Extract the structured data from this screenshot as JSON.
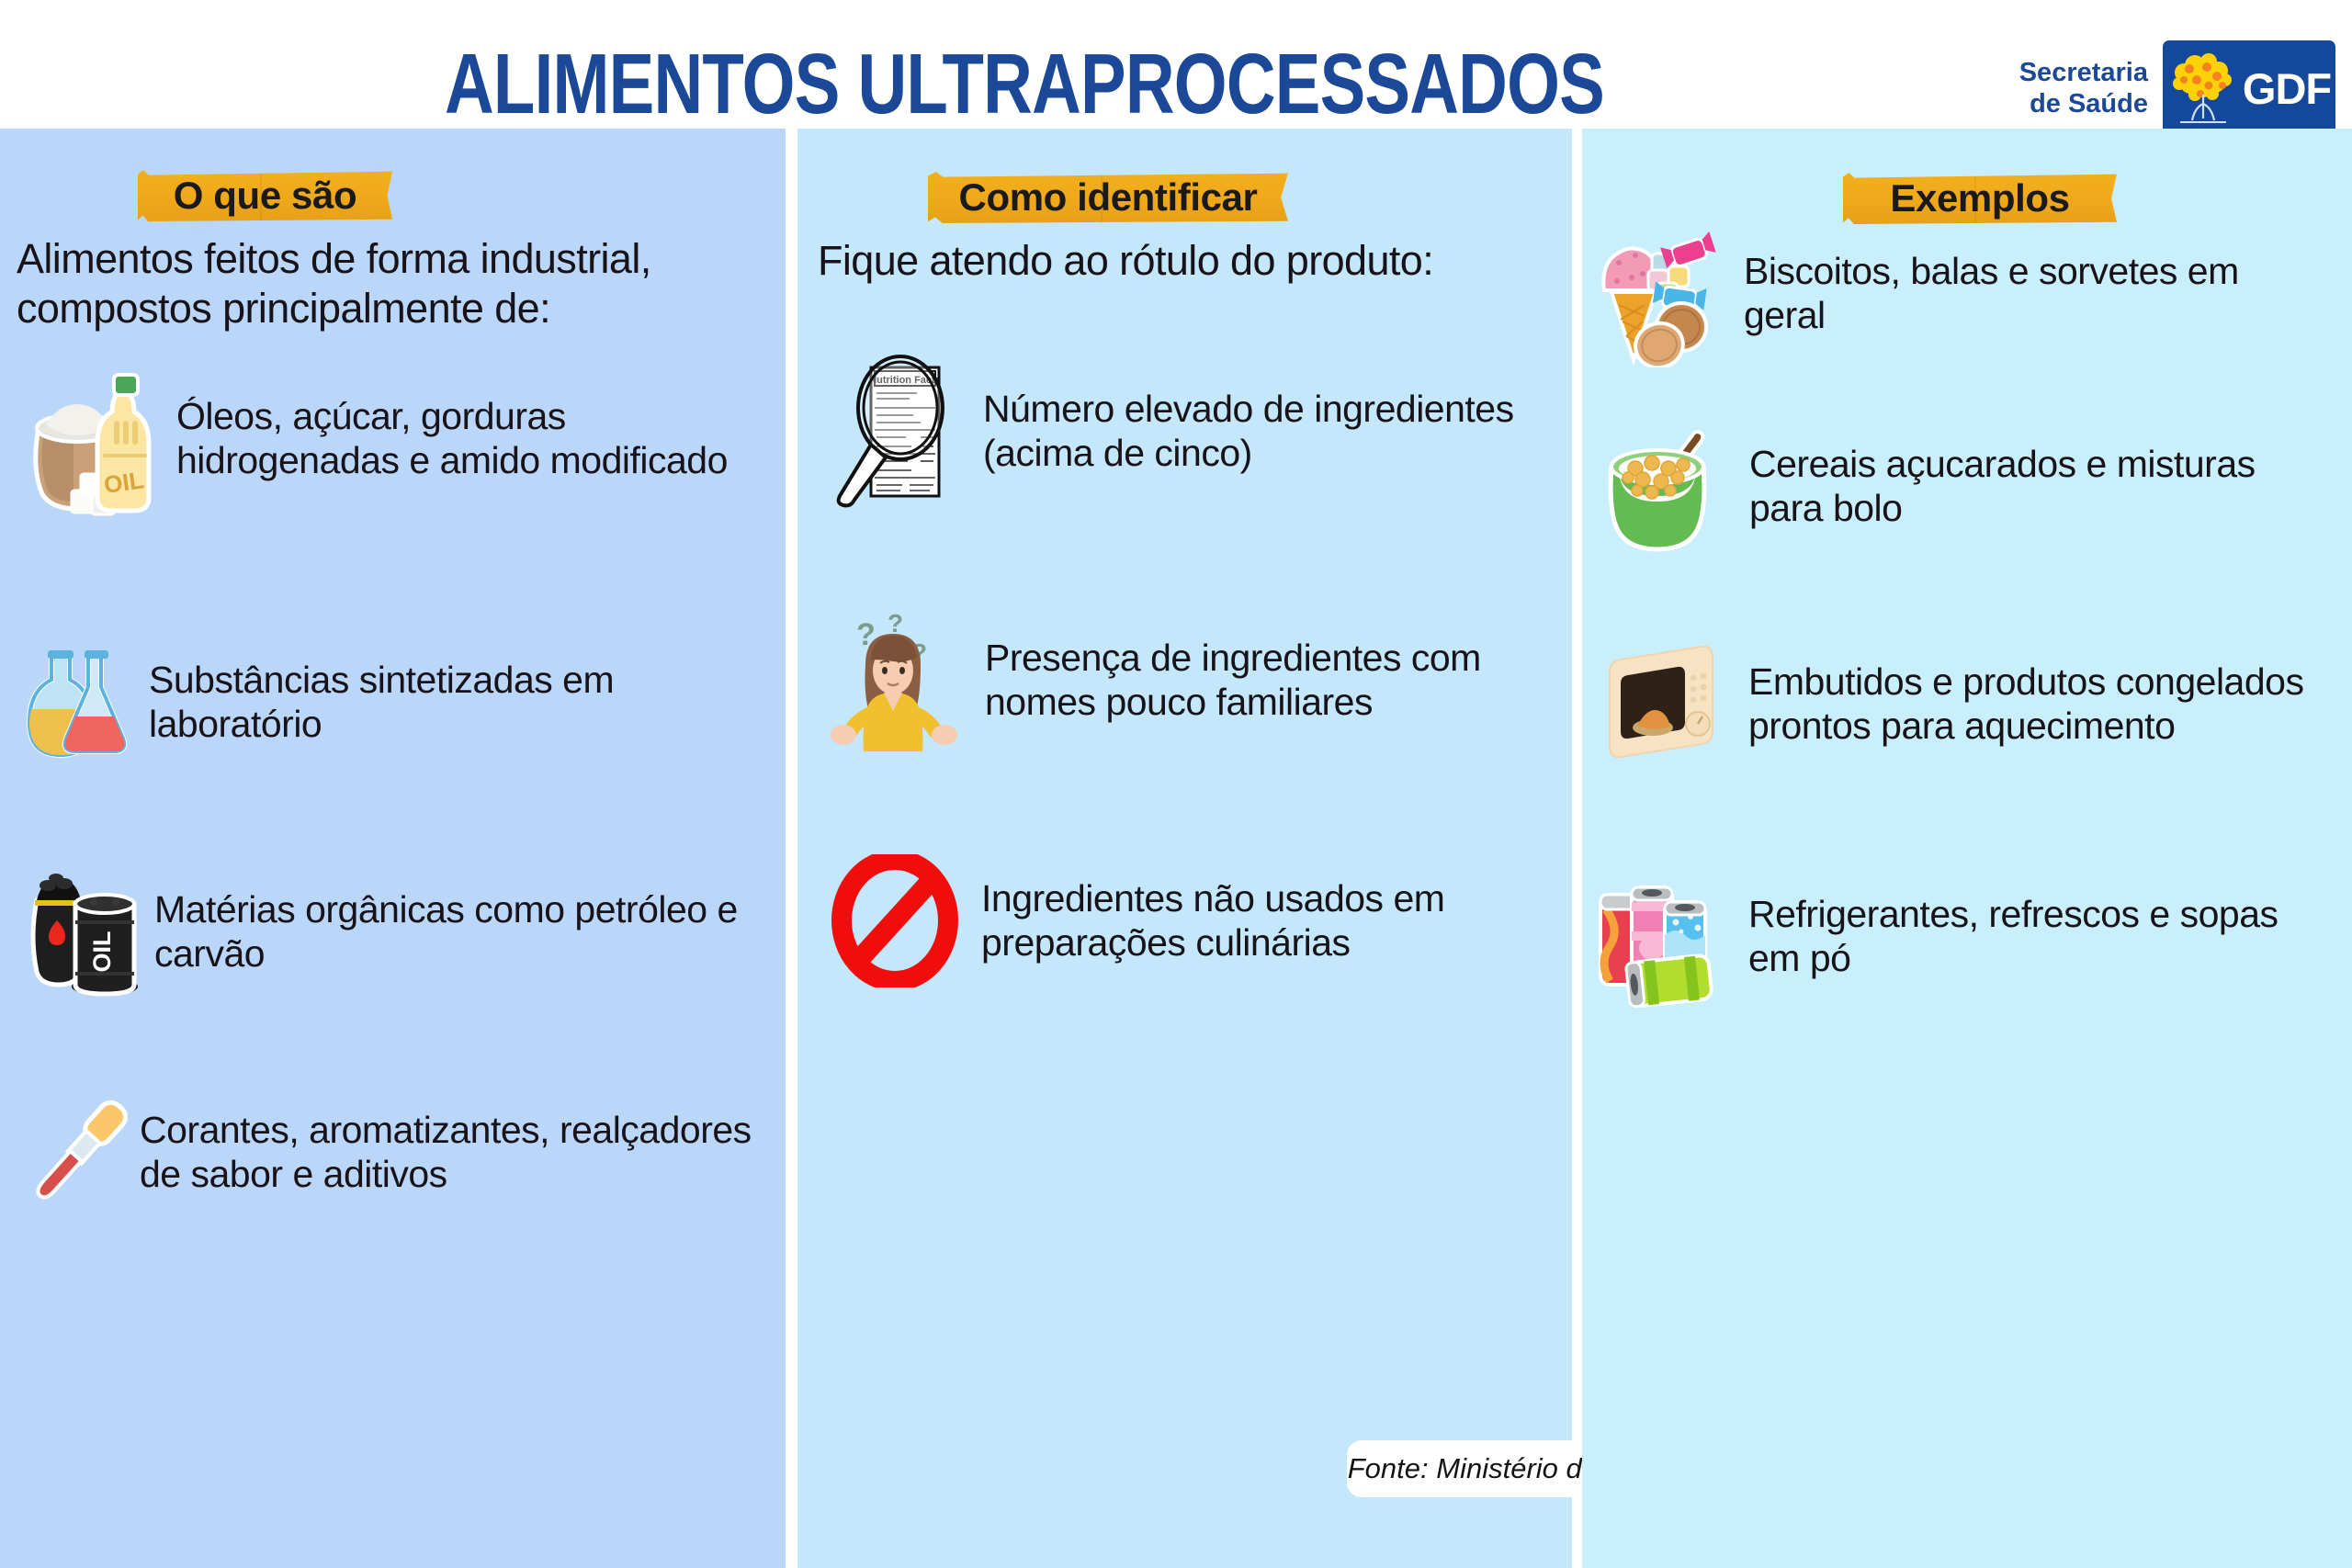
{
  "header": {
    "title": "ALIMENTOS ULTRAPROCESSADOS",
    "logo": {
      "line1": "Secretaria",
      "line2": "de Saúde",
      "brand": "GDF",
      "brand_bg": "#14489b",
      "tree_color": "#ffd208"
    },
    "title_color": "#1b4897"
  },
  "columns": [
    {
      "id": "o-que-sao",
      "heading": "O que são",
      "bg": "#bad6f8",
      "intro": "Alimentos feitos de forma industrial, compostos principalmente de:",
      "items": [
        {
          "icon": "sugar-bag-oil-bottle-icon",
          "text": "Óleos, açúcar, gorduras hidrogenadas e amido modificado"
        },
        {
          "icon": "lab-flasks-icon",
          "text": "Substâncias sintetizadas em laboratório"
        },
        {
          "icon": "coal-bag-oil-barrel-icon",
          "text": "Matérias orgânicas como petróleo e carvão"
        },
        {
          "icon": "dropper-pipette-icon",
          "text": " Corantes, aromatizantes, realçadores de sabor e aditivos"
        }
      ]
    },
    {
      "id": "como-identificar",
      "heading": "Como identificar",
      "bg": "#c4e7fb",
      "intro": "Fique atendo ao rótulo do produto:",
      "items": [
        {
          "icon": "magnifier-nutrition-label-icon",
          "text": "Número elevado de ingredientes (acima de cinco)",
          "label_title": "Nutrition Facts"
        },
        {
          "icon": "confused-woman-icon",
          "text": "Presença de ingredientes com nomes pouco familiares"
        },
        {
          "icon": "prohibition-sign-icon",
          "text": "Ingredientes não usados em preparações culinárias"
        }
      ],
      "source": "Fonte: Ministério da Saúde"
    },
    {
      "id": "exemplos",
      "heading": "Exemplos",
      "bg": "#c9effd",
      "intro": "",
      "items": [
        {
          "icon": "ice-cream-candy-cookies-icon",
          "text": "Biscoitos, balas e sorvetes em geral"
        },
        {
          "icon": "cereal-bowl-icon",
          "text": "Cereais açucarados e misturas para bolo"
        },
        {
          "icon": "microwave-icon",
          "text": "Embutidos e produtos congelados prontos para aquecimento"
        },
        {
          "icon": "soda-cans-icon",
          "text": "Refrigerantes, refrescos e sopas em pó"
        }
      ]
    }
  ]
}
